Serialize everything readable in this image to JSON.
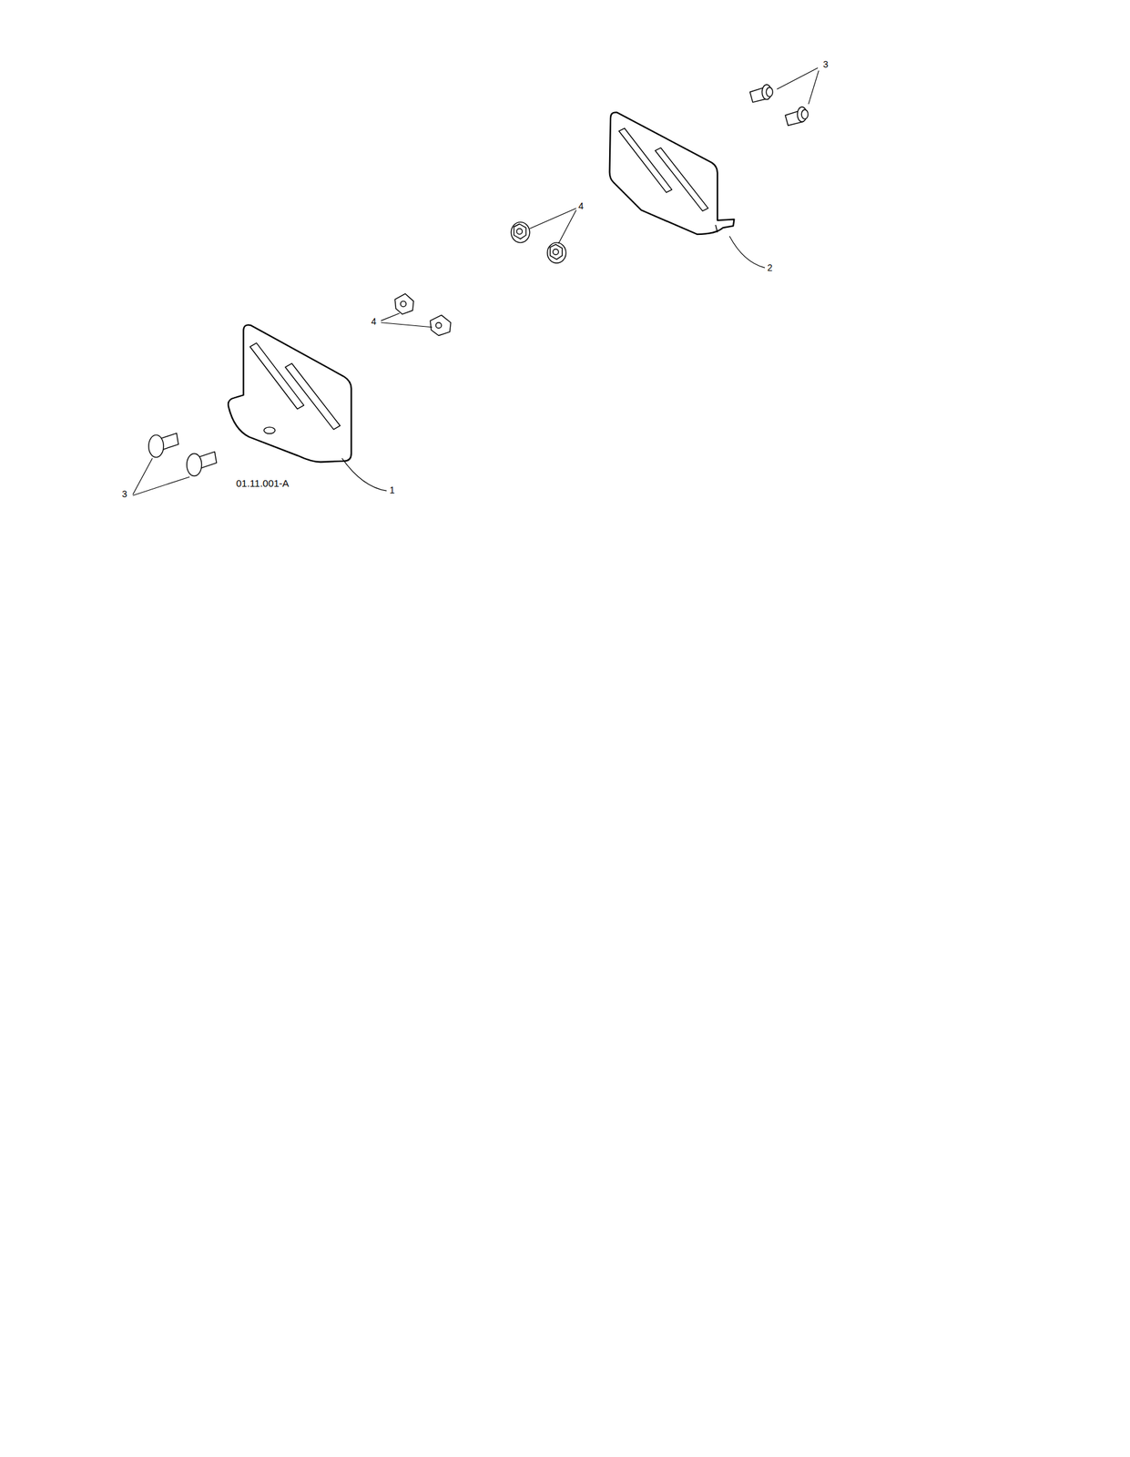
{
  "diagram": {
    "labels": [
      "3",
      "4",
      "2",
      "4",
      "01.11.001-A",
      "1",
      "3"
    ]
  }
}
